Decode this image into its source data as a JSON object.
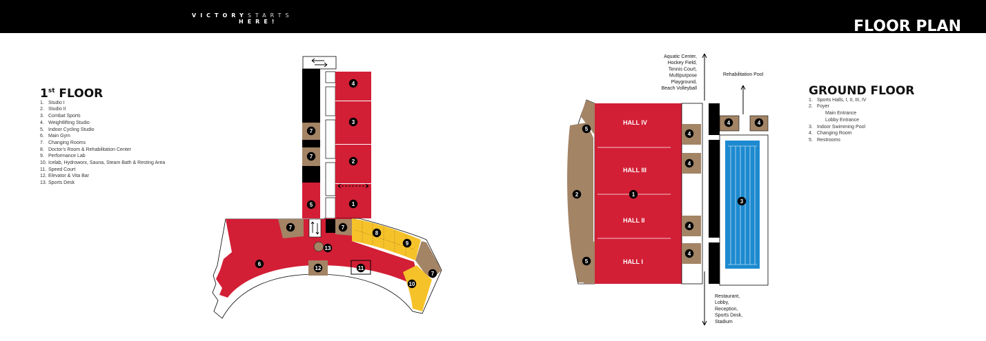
{
  "header": {
    "tagline_line1_bold": "VICTORY",
    "tagline_line1_rest": "STARTS",
    "tagline_line2": "HERE!",
    "page_title": "FLOOR PLAN"
  },
  "first_floor": {
    "title": "1",
    "title_sup": "st",
    "title_rest": " FLOOR",
    "items": [
      {
        "n": "1.",
        "label": "Studio I"
      },
      {
        "n": "2.",
        "label": "Studio II"
      },
      {
        "n": "3.",
        "label": "Combat Sports"
      },
      {
        "n": "4.",
        "label": "Weightlifting Studio"
      },
      {
        "n": "5.",
        "label": "Indoor Cycling Studio"
      },
      {
        "n": "6.",
        "label": "Main Gym"
      },
      {
        "n": "7.",
        "label": "Changing Rooms"
      },
      {
        "n": "8.",
        "label": "Doctor's Room & Rehabilitation Center"
      },
      {
        "n": "9.",
        "label": "Performance Lab"
      },
      {
        "n": "10.",
        "label": "Icelab, Hydroworx, Sauna, Steam Bath & Resting Area"
      },
      {
        "n": "11.",
        "label": "Speed Court"
      },
      {
        "n": "12.",
        "label": "Elevator & Vita Bar"
      },
      {
        "n": "13.",
        "label": "Sports Desk"
      }
    ]
  },
  "ground_floor": {
    "title": "GROUND FLOOR",
    "items": [
      {
        "n": "1.",
        "label": "Sports Halls, I, II, III, IV"
      },
      {
        "n": "2.",
        "label": "Foyer"
      },
      {
        "n": "",
        "label": "Main Entrance"
      },
      {
        "n": "",
        "label": "Lobby Entrance"
      },
      {
        "n": "3.",
        "label": "Indoor Swimming Pool"
      },
      {
        "n": "4.",
        "label": "Changing Room"
      },
      {
        "n": "5.",
        "label": "Restrooms"
      }
    ],
    "halls": [
      "HALL IV",
      "HALL III",
      "HALL II",
      "HALL I"
    ],
    "top_arrow_label": [
      "Aquatic Center,",
      "Hockey Field,",
      "Tennis Court,",
      "Multipurpose",
      "Playground,",
      "Beach Volleyball"
    ],
    "rehab_label": "Rehabilitation Pool",
    "bottom_arrow_label": [
      "Restaurant,",
      "Lobby,",
      "Reception,",
      "Sports Desk,",
      "Stadium"
    ]
  },
  "badges": {
    "n1": "1",
    "n2": "2",
    "n3": "3",
    "n4": "4",
    "n5": "5",
    "n6": "6",
    "n7": "7",
    "n8": "8",
    "n9": "9",
    "n10": "10",
    "n11": "11",
    "n12": "12",
    "n13": "13"
  },
  "colors": {
    "red": "#d21f36",
    "brown": "#a38465",
    "yellow": "#f6c22a",
    "blue": "#1d8ad0",
    "black": "#000000"
  }
}
